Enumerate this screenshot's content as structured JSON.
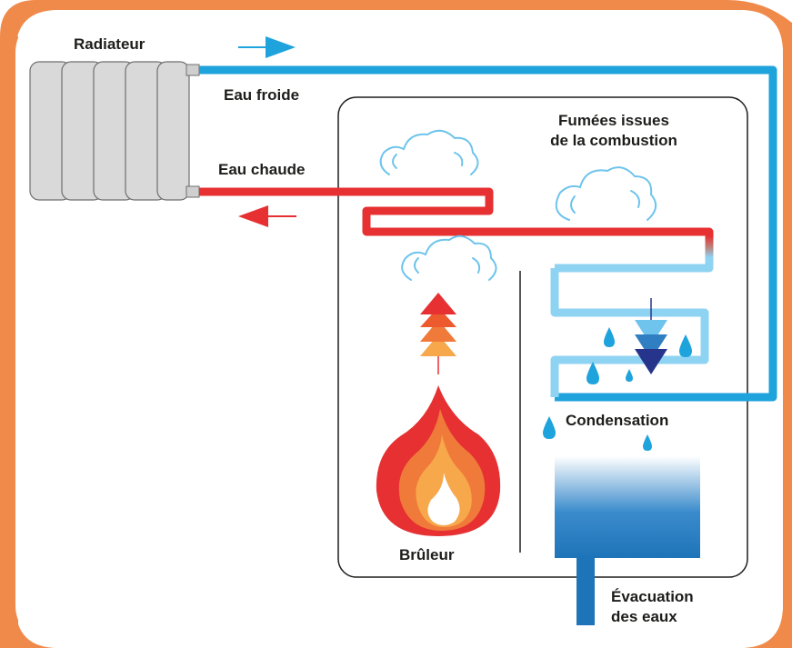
{
  "colors": {
    "frame_orange": "#f08a4b",
    "hot_red": "#e63032",
    "cold_blue": "#1ea3dc",
    "light_blue": "#8fd3f3",
    "drain_blue": "#1e74b8",
    "dark_arrow": "#27348b",
    "radiator_grey": "#d9d9d9"
  },
  "labels": {
    "radiator": "Radiateur",
    "cold_water": "Eau froide",
    "hot_water": "Eau chaude",
    "fumes_line1": "Fumées issues",
    "fumes_line2": "de la combustion",
    "condensation": "Condensation",
    "burner": "Brûleur",
    "drain_line1": "Évacuation",
    "drain_line2": "des eaux"
  },
  "icons": [
    "radiator-icon",
    "cloud-icon",
    "flame-icon",
    "water-drop-icon",
    "arrow-right-icon",
    "arrow-left-icon",
    "chevron-down-icon"
  ]
}
